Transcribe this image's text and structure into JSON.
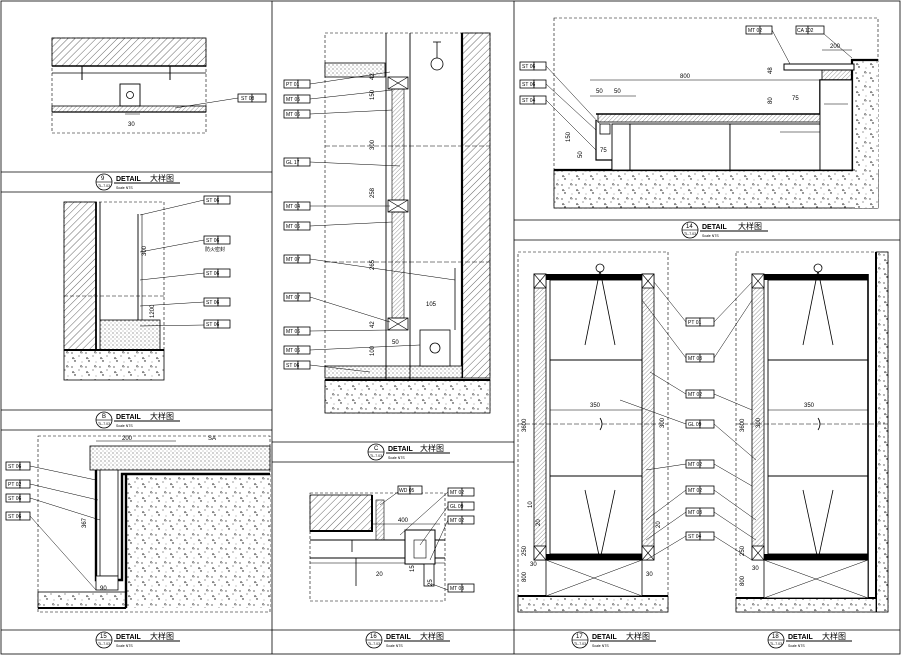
{
  "details": [
    {
      "id": "d9",
      "num": "9",
      "ref": "TL-7.03",
      "label": "DETAIL",
      "cn": "大样图",
      "sub": "Scale NTS"
    },
    {
      "id": "dB",
      "num": "B",
      "ref": "TL-7.03",
      "label": "DETAIL",
      "cn": "大样图",
      "sub": "Scale NTS"
    },
    {
      "id": "d15",
      "num": "15",
      "ref": "TL-7.03",
      "label": "DETAIL",
      "cn": "大样图",
      "sub": "Scale NTS"
    },
    {
      "id": "dC",
      "num": "C",
      "ref": "TL-7.03",
      "label": "DETAIL",
      "cn": "大样图",
      "sub": "Scale NTS"
    },
    {
      "id": "d16",
      "num": "16",
      "ref": "TL-7.03",
      "label": "DETAIL",
      "cn": "大样图",
      "sub": "Scale NTS"
    },
    {
      "id": "d14",
      "num": "14",
      "ref": "TL-7.03",
      "label": "DETAIL",
      "cn": "大样图",
      "sub": "Scale NTS"
    },
    {
      "id": "d17",
      "num": "17",
      "ref": "TL-7.03",
      "label": "DETAIL",
      "cn": "大样图",
      "sub": "Scale NTS"
    },
    {
      "id": "d18",
      "num": "18",
      "ref": "TL-7.03",
      "label": "DETAIL",
      "cn": "大样图",
      "sub": "Scale NTS"
    }
  ],
  "tags": {
    "st06": "ST 06",
    "st08": "ST 08",
    "st04": "ST 04",
    "pt01": "PT 01",
    "pt02": "PT 02",
    "mt02": "MT 02",
    "mt03": "MT 03",
    "mt04": "MT 04",
    "mt05": "MT 05",
    "mt06": "MT 06",
    "mt07": "MT 07",
    "gl09": "GL 09",
    "gl17": "GL 17",
    "wd05": "WD 05",
    "ca102": "CA 102"
  },
  "dims": {
    "d9_30": "30",
    "dB_300": "300",
    "dB_1200": "1200",
    "dB_note": "防火密封",
    "d15_200": "200",
    "d15_367": "367",
    "d15_90": "90",
    "d15_r": "SA",
    "dC_150": "150",
    "dC_42": "42",
    "dC_300": "300",
    "dC_258": "258",
    "dC_265": "265",
    "dC_105": "105",
    "dC_50": "50",
    "dC_100": "100",
    "dC_42b": "42",
    "d16_400": "400",
    "d16_20": "20",
    "d16_15": "15",
    "d16_25": "25",
    "d14_200": "200",
    "d14_800": "800",
    "d14_50a": "50",
    "d14_50b": "50",
    "d14_75a": "75",
    "d14_75b": "75",
    "d14_80": "80",
    "d14_48": "48",
    "d14_150": "150",
    "d14_50c": "50",
    "d17_3600": "3600",
    "d17_350": "350",
    "d17_300": "300",
    "d17_30a": "30",
    "d17_30b": "30",
    "d17_10": "10",
    "d17_20": "20",
    "d17_250": "250",
    "d17_800": "800",
    "d17_20b": "20",
    "d18_3600": "3600",
    "d18_350": "350",
    "d18_300": "300",
    "d18_30": "30",
    "d18_250": "250",
    "d18_800": "800"
  },
  "colors": {
    "line": "#000000",
    "paper": "#ffffff",
    "watermark": "#c9c9c9"
  }
}
